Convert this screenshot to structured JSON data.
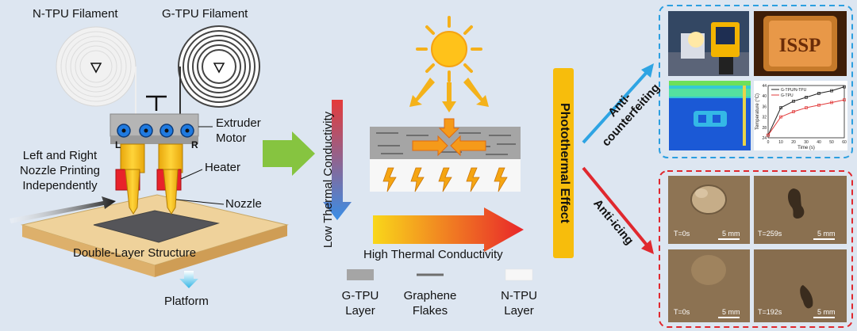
{
  "printer": {
    "n_tpu_filament": "N-TPU Filament",
    "g_tpu_filament": "G-TPU Filament",
    "left_nozzle_letter": "L",
    "right_nozzle_letter": "R",
    "extruder_motor": "Extruder\nMotor",
    "heater": "Heater",
    "left_right_printing": "Left and Right\nNozzle Printing\nIndependently",
    "nozzle": "Nozzle",
    "double_layer": "Double-Layer Structure",
    "platform": "Platform"
  },
  "mechanism": {
    "low_thermal": "Low Thermal Conductivity",
    "high_thermal": "High Thermal Conductivity",
    "legend": [
      {
        "label": "G-TPU\nLayer",
        "color": "#a5a5a5"
      },
      {
        "label": "Graphene\nFlakes",
        "color": "#6e6e6e"
      },
      {
        "label": "N-TPU\nLayer",
        "color": "#f7f7f7"
      }
    ]
  },
  "effect": {
    "photothermal": "Photothermal Effect",
    "anti_counterfeiting": "Anti-\ncounterfeiting",
    "anti_icing": "Anti-icing"
  },
  "panels": {
    "issp_text": "ISSP",
    "chart_data": {
      "type": "line",
      "xlabel": "Time (s)",
      "ylabel": "Temperature (°C)",
      "x": [
        0,
        10,
        20,
        30,
        40,
        50,
        60
      ],
      "xlim": [
        0,
        60
      ],
      "ylim": [
        24,
        44
      ],
      "yticks": [
        24,
        28,
        32,
        36,
        40,
        44
      ],
      "series": [
        {
          "name": "G-TPU/N-TPU",
          "color": "#222222",
          "values": [
            25,
            35.5,
            38,
            39.5,
            41,
            42,
            43.5
          ]
        },
        {
          "name": "G-TPU",
          "color": "#e23b3b",
          "values": [
            25,
            32,
            34,
            35.5,
            36.5,
            37.5,
            38.5
          ]
        }
      ]
    },
    "icing": [
      {
        "time": "T=0s",
        "scale": "5 mm"
      },
      {
        "time": "T=259s",
        "scale": "5 mm"
      },
      {
        "time": "T=0s",
        "scale": "5 mm"
      },
      {
        "time": "T=192s",
        "scale": "5 mm"
      }
    ]
  },
  "colors": {
    "background": "#dde6f1",
    "photothermal_bar": "#f7bd0c",
    "blue_box": "#2c9fe0",
    "red_box": "#e0282e",
    "green_arrow": "#86c440"
  }
}
